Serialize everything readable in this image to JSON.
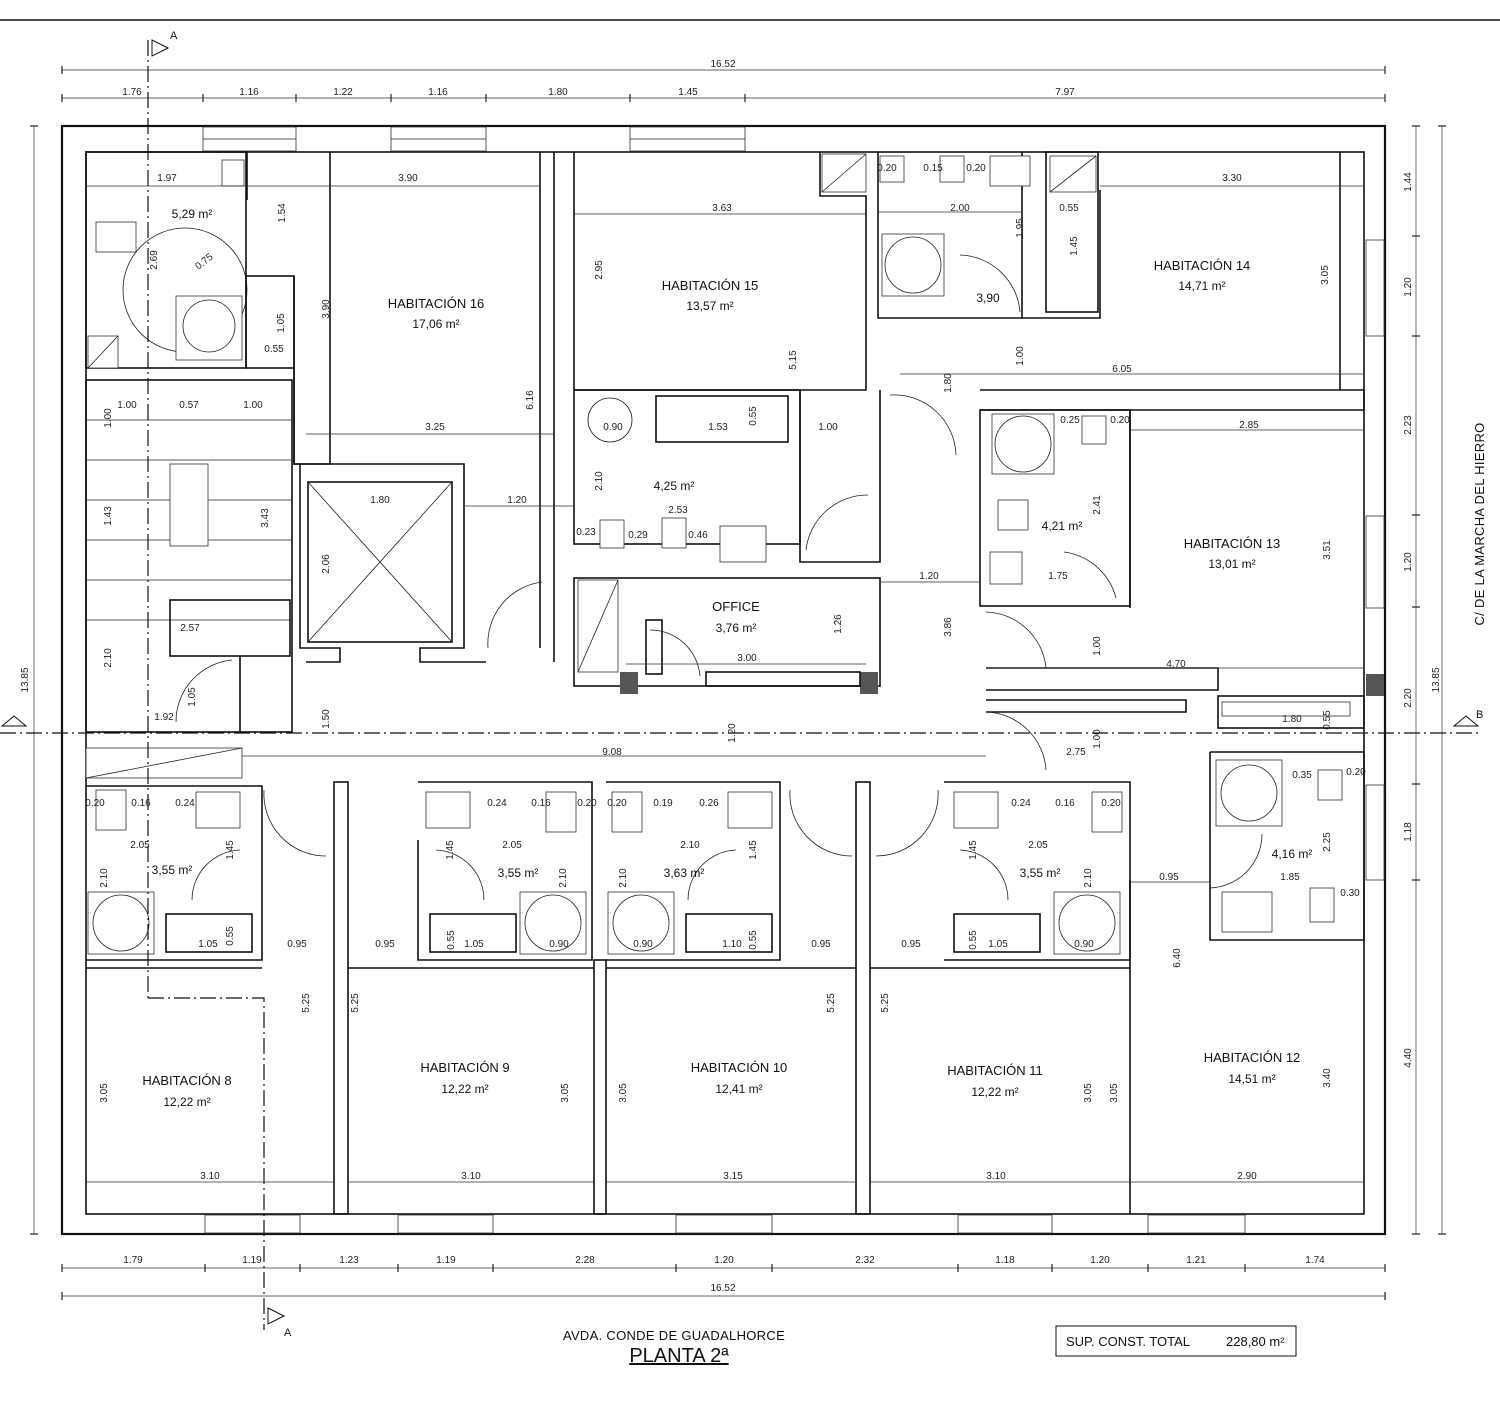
{
  "drawing": {
    "title": "PLANTA 2ª",
    "street_bottom": "AVDA. CONDE DE GUADALHORCE",
    "street_right": "C/ DE LA MARCHA DEL HIERRO",
    "section_a": "A",
    "section_b": "B",
    "summary_label": "SUP. CONST. TOTAL",
    "summary_value": "228,80 m²"
  },
  "rooms": {
    "hab16": {
      "name": "HABITACIÓN 16",
      "area": "17,06 m²"
    },
    "hab15": {
      "name": "HABITACIÓN 15",
      "area": "13,57 m²"
    },
    "hab14": {
      "name": "HABITACIÓN 14",
      "area": "14,71 m²"
    },
    "hab13": {
      "name": "HABITACIÓN 13",
      "area": "13,01 m²"
    },
    "hab12": {
      "name": "HABITACIÓN 12",
      "area": "14,51 m²"
    },
    "hab11": {
      "name": "HABITACIÓN 11",
      "area": "12,22 m²"
    },
    "hab10": {
      "name": "HABITACIÓN 10",
      "area": "12,41 m²"
    },
    "hab9": {
      "name": "HABITACIÓN 9",
      "area": "12,22 m²"
    },
    "hab8": {
      "name": "HABITACIÓN 8",
      "area": "12,22 m²"
    },
    "office": {
      "name": "OFFICE",
      "area": "3,76 m²"
    }
  },
  "bath_areas": {
    "b16": "5,29 m²",
    "b15": "4,25 m²",
    "b14": "3,90",
    "b13": "4,21 m²",
    "b12": "4,16 m²",
    "b8": "3,55 m²",
    "b9": "3,55 m²",
    "b10": "3,63 m²",
    "b11": "3,55 m²"
  },
  "dims": {
    "top_total": "16.52",
    "top": [
      "1.76",
      "1.16",
      "1.22",
      "1.16",
      "1.80",
      "1.45",
      "7.97"
    ],
    "bottom": [
      "1.79",
      "1.19",
      "1.23",
      "1.19",
      "2.28",
      "1.20",
      "2.32",
      "1.18",
      "1.20",
      "1.21",
      "1.74"
    ],
    "bottom_total": "16.52",
    "left_total": "13.85",
    "right_total": "13.85",
    "right": [
      "1.44",
      "1.20",
      "2.23",
      "1.20",
      "2.20",
      "1.18",
      "4.40"
    ],
    "inner": [
      "1.97",
      "3.90",
      "1.54",
      "0.75",
      "2.69",
      "3.90",
      "1.05",
      "0.55",
      "3.63",
      "2.95",
      "5.15",
      "6.16",
      "3.25",
      "0.20",
      "0.15",
      "0.20",
      "2.00",
      "1.95",
      "0.55",
      "1.45",
      "3.30",
      "3.05",
      "1.00",
      "6.05",
      "1.80",
      "0.90",
      "1.53",
      "0.55",
      "1.00",
      "1.00",
      "0.57",
      "1.00",
      "1.00",
      "1.43",
      "3.43",
      "2.57",
      "2.10",
      "1.05",
      "1.92",
      "1.80",
      "2.06",
      "1.20",
      "2.10",
      "2.53",
      "0.23",
      "0.29",
      "0.46",
      "0.25",
      "0.20",
      "2.85",
      "2.41",
      "1.75",
      "3.51",
      "1.20",
      "1.26",
      "3.00",
      "3.86",
      "1.00",
      "4.70",
      "1.50",
      "1.20",
      "9.08",
      "1.80",
      "0.55",
      "2.75",
      "1.00",
      "0.20",
      "0.16",
      "0.24",
      "2.05",
      "1.45",
      "2.10",
      "1.05",
      "0.55",
      "0.95",
      "0.24",
      "0.16",
      "0.20",
      "2.05",
      "1.45",
      "2.10",
      "0.55",
      "1.05",
      "0.90",
      "0.95",
      "0.20",
      "0.19",
      "0.26",
      "2.10",
      "1.45",
      "2.10",
      "0.90",
      "1.10",
      "0.55",
      "0.95",
      "0.24",
      "0.16",
      "0.20",
      "2.05",
      "1.45",
      "2.10",
      "0.55",
      "1.05",
      "0.90",
      "0.95",
      "0.35",
      "0.20",
      "2.25",
      "1.85",
      "0.30",
      "0.95",
      "6.40",
      "5.25",
      "5.25",
      "5.25",
      "5.25",
      "3.05",
      "3.05",
      "3.05",
      "3.05",
      "3.05",
      "3.40",
      "3.10",
      "3.10",
      "3.15",
      "3.10",
      "2.90"
    ]
  }
}
